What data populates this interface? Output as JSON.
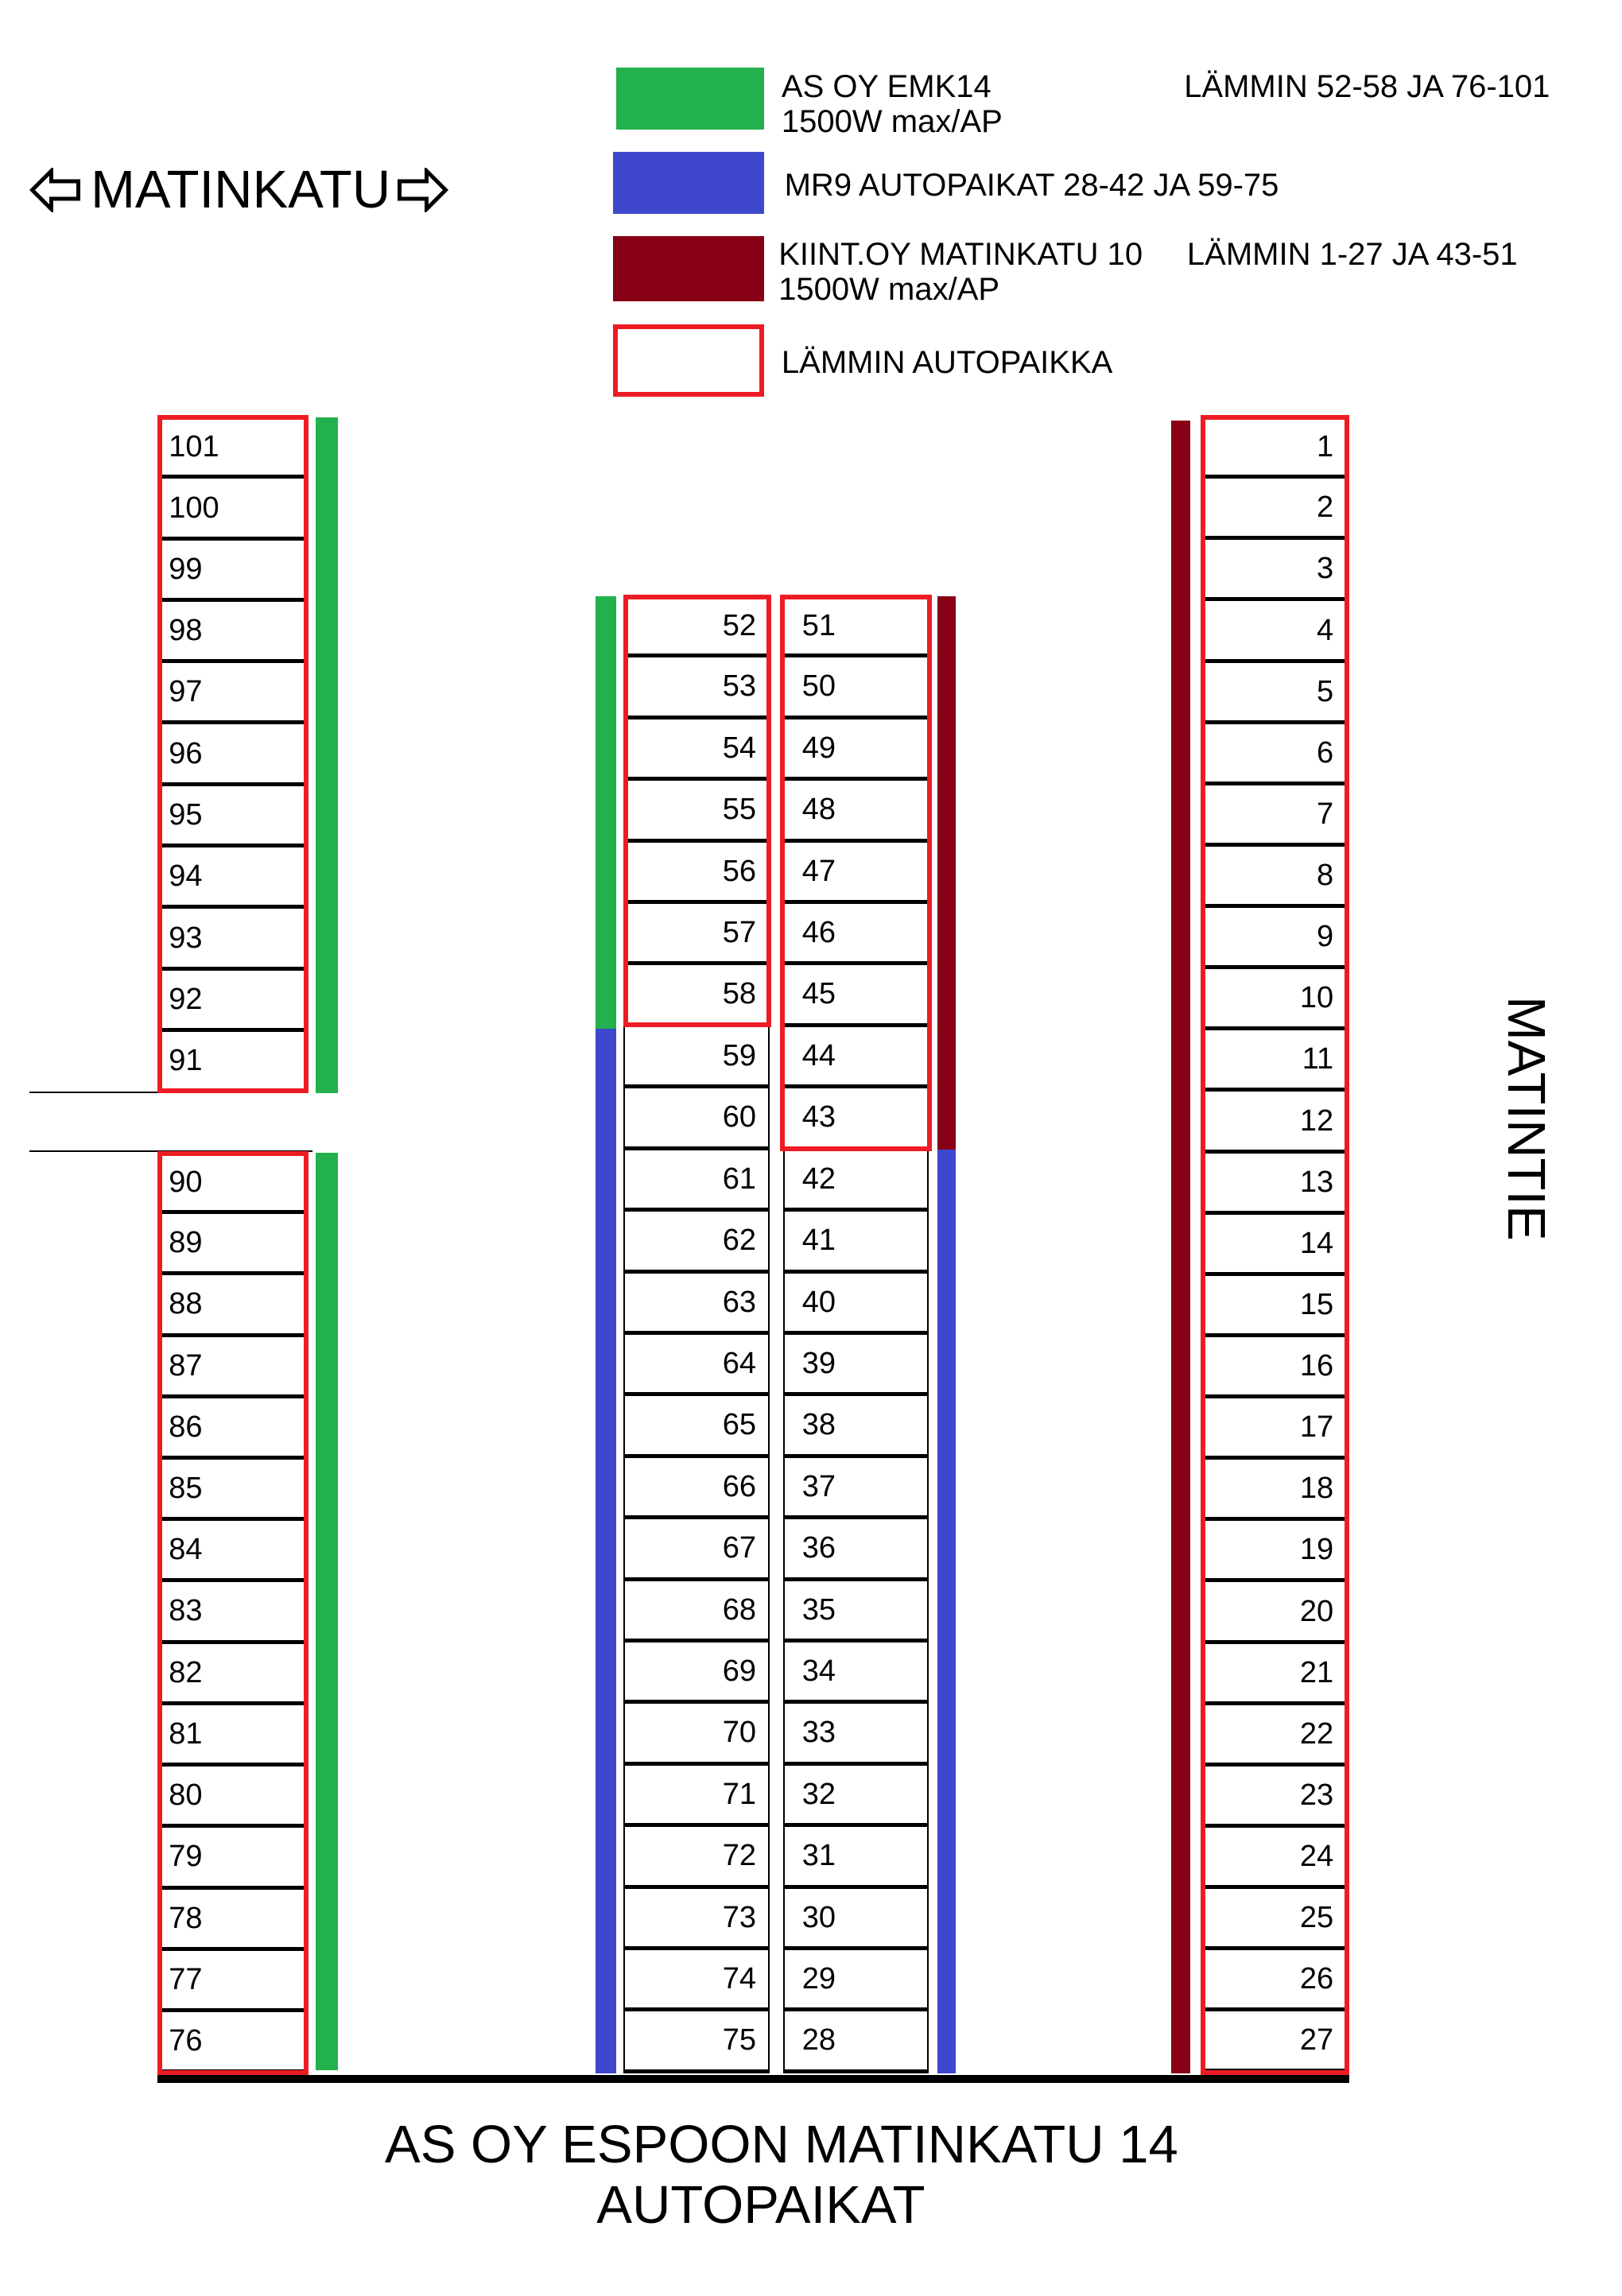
{
  "streets": {
    "top": "MATINKATU",
    "right": "MATINTIE"
  },
  "icons": {
    "street_left": "left-arrow-icon",
    "street_right": "right-arrow-icon"
  },
  "legend": [
    {
      "name": "AS OY EMK14",
      "detail": "1500W max/AP",
      "note": "LÄMMIN 52-58 JA 76-101",
      "color": "#22b14c"
    },
    {
      "name": "MR9 AUTOPAIKAT 28-42 JA 59-75",
      "color": "#3f48cc"
    },
    {
      "name": "KIINT.OY MATINKATU 10",
      "detail": "1500W max/AP",
      "note": "LÄMMIN 1-27 JA 43-51",
      "color": "#880015"
    },
    {
      "name": "LÄMMIN AUTOPAIKKA",
      "color": "#ed1c24"
    }
  ],
  "columns": {
    "left_upper": [
      101,
      100,
      99,
      98,
      97,
      96,
      95,
      94,
      93,
      92,
      91
    ],
    "left_lower": [
      90,
      89,
      88,
      87,
      86,
      85,
      84,
      83,
      82,
      81,
      80,
      79,
      78,
      77,
      76
    ],
    "middle_left": [
      52,
      53,
      54,
      55,
      56,
      57,
      58,
      59,
      60,
      61,
      62,
      63,
      64,
      65,
      66,
      67,
      68,
      69,
      70,
      71,
      72,
      73,
      74,
      75
    ],
    "middle_right": [
      51,
      50,
      49,
      48,
      47,
      46,
      45,
      44,
      43,
      42,
      41,
      40,
      39,
      38,
      37,
      36,
      35,
      34,
      33,
      32,
      31,
      30,
      29,
      28
    ],
    "right": [
      1,
      2,
      3,
      4,
      5,
      6,
      7,
      8,
      9,
      10,
      11,
      12,
      13,
      14,
      15,
      16,
      17,
      18,
      19,
      20,
      21,
      22,
      23,
      24,
      25,
      26,
      27
    ]
  },
  "title": {
    "line1": "AS OY ESPOON MATINKATU 14",
    "line2": "AUTOPAIKAT"
  }
}
